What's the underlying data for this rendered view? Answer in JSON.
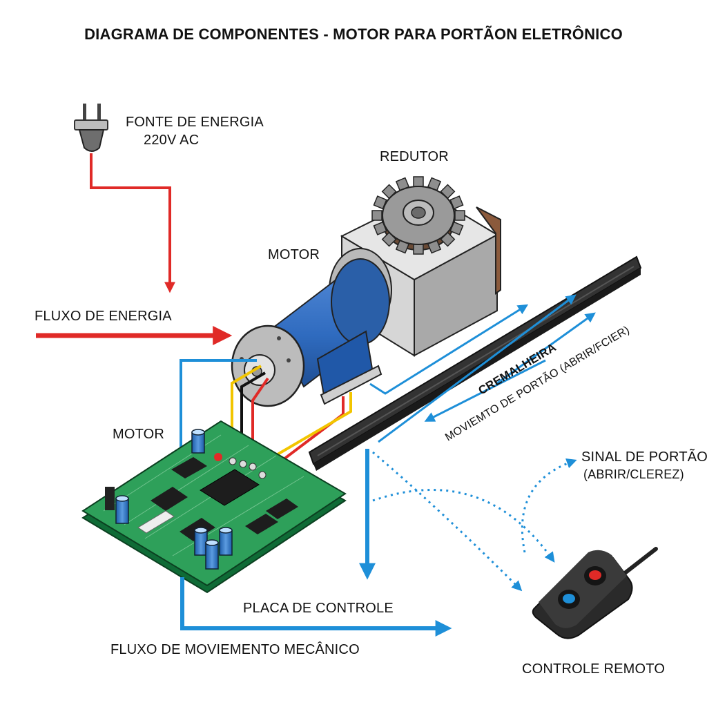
{
  "title": "DIAGRAMA DE COMPONENTES - MOTOR PARA PORTÃON ELETRÔNICO",
  "labels": {
    "power_source": "FONTE DE ENERGIA",
    "power_voltage": "220V AC",
    "reducer": "REDUTOR",
    "motor_top": "MOTOR",
    "energy_flow": "FLUXO DE ENERGIA",
    "motor_board": "MOTOR",
    "control_board": "PLACA DE CONTROLE",
    "mechanical_flow": "FLUXO DE MOVIEMENTO MECÂNICO",
    "rack": "CREMALHEIRA",
    "rack_movement": "MOVIEMTO DE PORTÃO (ABRIR/FCIER)",
    "gate_signal": "SINAL DE PORTÃO",
    "gate_signal_sub": "(ABRIR/CLEREZ)",
    "remote_control": "CONTROLE REMOTO"
  },
  "colors": {
    "energy_flow": "#e02a27",
    "movement_flow": "#1e8fd8",
    "motor_body": "#2f6bbf",
    "board": "#2ea05a",
    "reducer_box": "#cfcfcf",
    "rack": "#2b2b2b"
  },
  "icons": [
    "power-plug-icon",
    "motor-icon",
    "reducer-gearbox-icon",
    "gear-icon",
    "rack-icon",
    "control-board-icon",
    "remote-control-icon"
  ]
}
